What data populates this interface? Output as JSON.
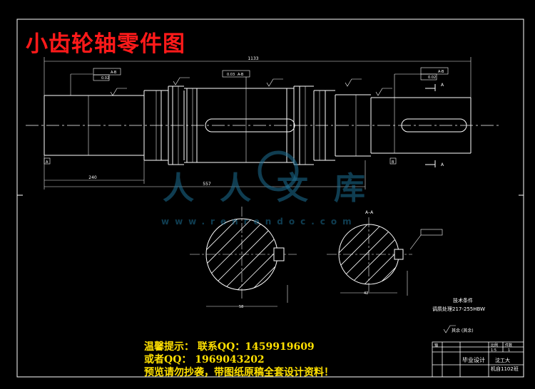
{
  "title": "小齿轮轴零件图",
  "watermark": {
    "brand": "人人文库",
    "url": "www.renrendoc.com"
  },
  "colors": {
    "background": "#000000",
    "outline": "#ffffff",
    "frame": "#ffffff",
    "dimension": "#e8e8e8",
    "centerline": "#ffffff",
    "hatch": "#ffffff",
    "title_text": "#ff1a1a",
    "notice_text": "#ffe000",
    "watermark": "#1d6f94"
  },
  "dimensions": {
    "overall_length": "1133",
    "left_section_length": "240",
    "center_span": "557",
    "section_b_width": "58",
    "section_a_width": "42"
  },
  "tolerance_frames": {
    "top_left": [
      "A-B",
      "0.02"
    ],
    "top_center": [
      "A-B",
      "0.03"
    ],
    "top_right": [
      "A-B",
      "0.02"
    ]
  },
  "labels": {
    "section_marker": "A",
    "section_a_title": "A–A",
    "datum_a": "A",
    "datum_b": "B"
  },
  "tech_notes": {
    "heading": "技术条件",
    "line1": "调质处理217-255HBW"
  },
  "surface_finish_note": "其余 (其余)",
  "title_block": {
    "cells": [
      "轴",
      "比例",
      "1:5",
      "件数",
      "1"
    ],
    "design_label": "毕业设计",
    "school": "沈工大",
    "class": "机自1102班"
  },
  "notice": {
    "line1": "温馨提示： 联系QQ：1459919609",
    "line2": "或者QQ： 1969043202",
    "line3": "预览请勿抄袭，带图纸原稿全套设计资料！"
  }
}
